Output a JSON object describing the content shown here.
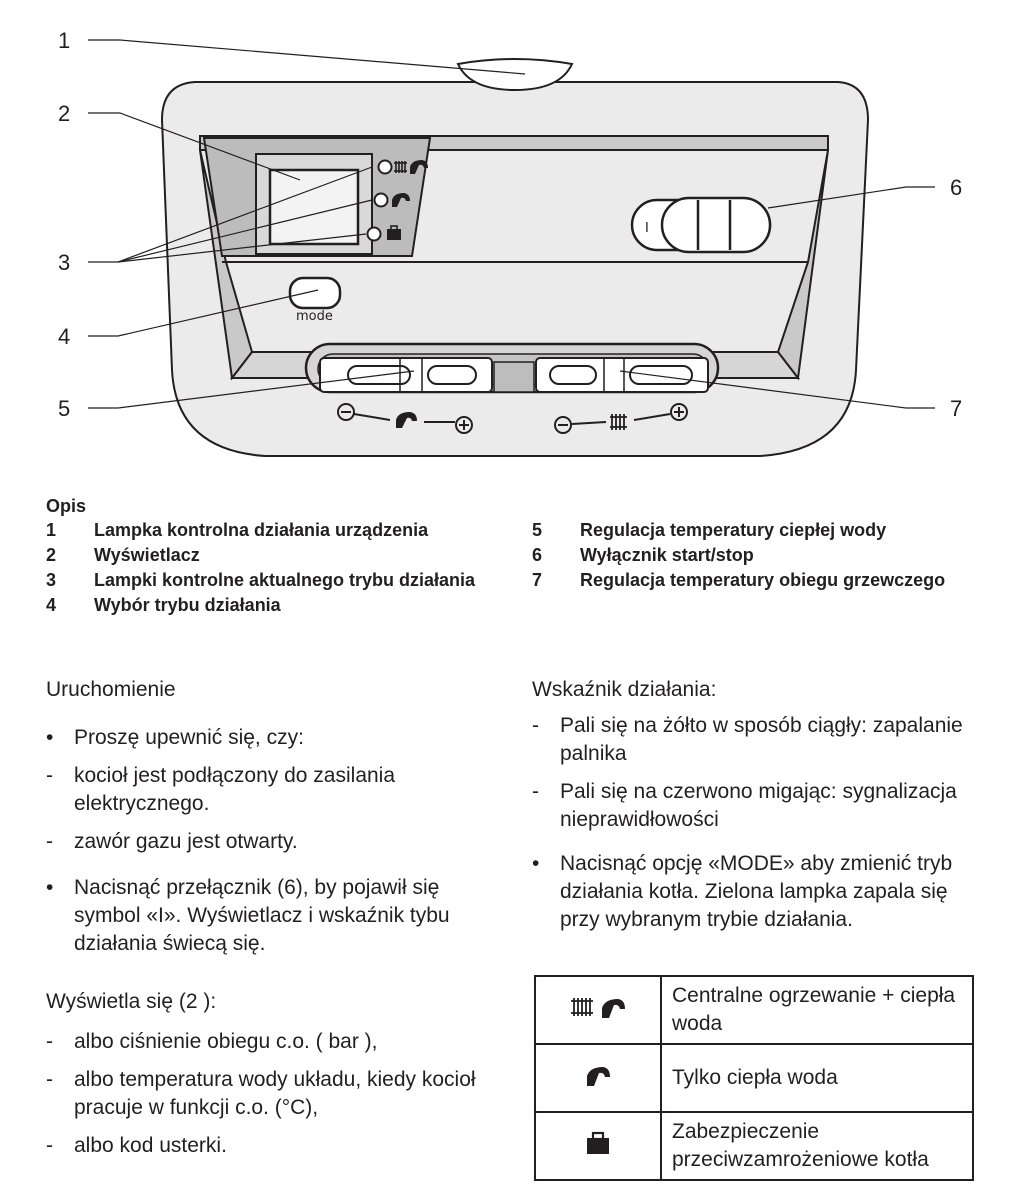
{
  "callouts": [
    "1",
    "2",
    "3",
    "4",
    "5",
    "6",
    "7"
  ],
  "panel": {
    "mode_label": "mode",
    "switch_label": "I",
    "minus": "−",
    "plus": "+"
  },
  "legend": {
    "title": "Opis",
    "left": [
      {
        "num": "1",
        "text": "Lampka kontrolna działania urządzenia"
      },
      {
        "num": "2",
        "text": "Wyświetlacz"
      },
      {
        "num": "3",
        "text": "Lampki kontrolne aktualnego trybu działania"
      },
      {
        "num": "4",
        "text": "Wybór trybu działania"
      }
    ],
    "right": [
      {
        "num": "5",
        "text": "Regulacja temperatury ciepłej wody"
      },
      {
        "num": "6",
        "text": "Wyłącznik start/stop"
      },
      {
        "num": "7",
        "text": "Regulacja temperatury obiegu grzewczego"
      }
    ]
  },
  "startup": {
    "title": "Uruchomienie",
    "items": [
      {
        "mark": "•",
        "text": "Proszę upewnić się, czy:"
      },
      {
        "mark": "-",
        "text": "kocioł jest podłączony do zasilania elektrycznego."
      },
      {
        "mark": "-",
        "text": "zawór gazu jest otwarty."
      },
      {
        "mark": "•",
        "text": "Nacisnąć przełącznik (6), by pojawił się symbol «I». Wyświetlacz i wskaźnik tybu działania świecą się."
      }
    ],
    "display_intro": "Wyświetla się (2 ):",
    "display_items": [
      {
        "mark": "-",
        "text": "albo ciśnienie obiegu c.o. ( bar ),"
      },
      {
        "mark": "-",
        "text": "albo temperatura wody układu, kiedy kocioł pracuje w funkcji c.o. (°C),"
      },
      {
        "mark": "-",
        "text": "albo kod usterki."
      }
    ]
  },
  "indicator": {
    "title": "Wskaźnik działania:",
    "items": [
      {
        "mark": "-",
        "text": "Pali się na żółto w sposób ciągły: zapalanie palnika"
      },
      {
        "mark": "-",
        "text": "Pali się na czerwono migając: sygnalizacja nieprawidłowości"
      },
      {
        "mark": "•",
        "text": "Nacisnąć opcję «MODE» aby zmienić tryb działania kotła. Zielona lampka zapala się przy wybranym trybie działania."
      }
    ]
  },
  "modes": [
    {
      "icon": "radiator-and-tap-icon",
      "text": "Centralne ogrzewanie + ciepła woda"
    },
    {
      "icon": "tap-icon",
      "text": "Tylko ciepła woda"
    },
    {
      "icon": "antifreeze-case-icon",
      "text": "Zabezpieczenie przeciwzamrożeniowe kotła"
    }
  ],
  "colors": {
    "panel_fill": "#ebebeb",
    "panel_dark": "#c9c9c9",
    "line": "#231f20"
  }
}
